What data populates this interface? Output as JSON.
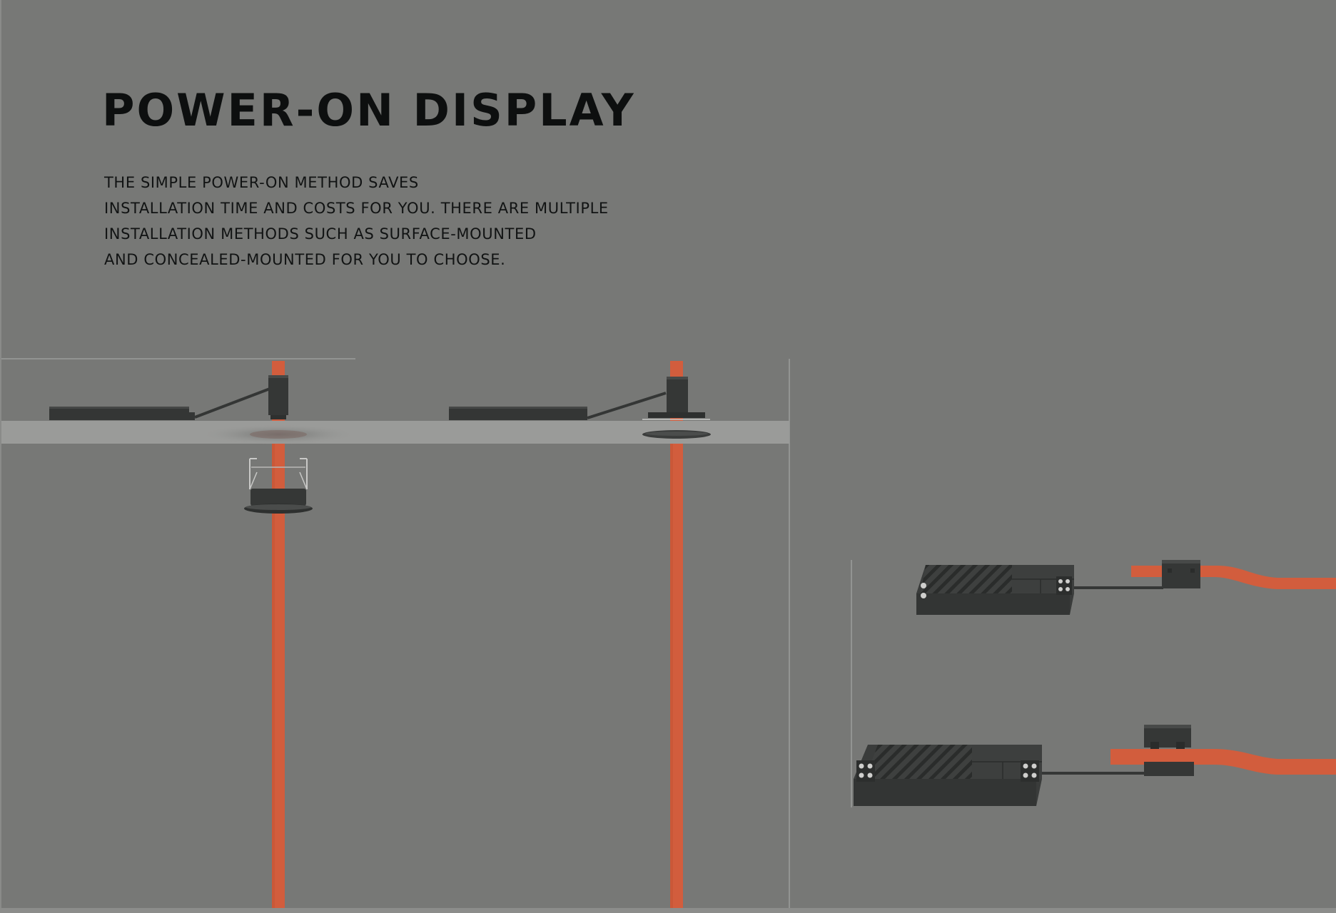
{
  "header": {
    "title": "POWER-ON DISPLAY"
  },
  "description": {
    "lines": [
      "THE SIMPLE POWER-ON METHOD SAVES",
      "INSTALLATION TIME AND COSTS FOR YOU. THERE ARE MULTIPLE",
      "INSTALLATION METHODS SUCH AS SURFACE-MOUNTED",
      "AND CONCEALED-MOUNTED FOR YOU TO CHOOSE."
    ]
  },
  "colors": {
    "background": "#777876",
    "cable": "#d25d3d",
    "device": "#383a39",
    "ceiling": "#9a9b99",
    "text": "#0d0f0f"
  },
  "icons": [
    "led-driver-box-icon",
    "junction-box-icon",
    "downlight-fixture-icon",
    "power-cable-icon"
  ]
}
